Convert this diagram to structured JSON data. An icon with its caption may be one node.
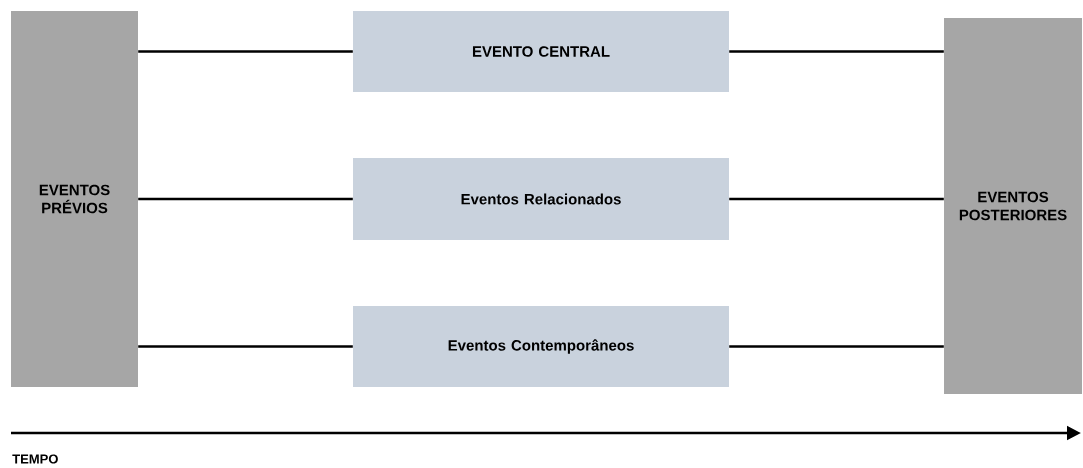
{
  "diagram": {
    "nodes": [
      {
        "text": [
          "EVENTOS PRÉVIOS"
        ]
      },
      {
        "text": [
          "EVENTO CENTRAL"
        ]
      },
      {
        "text": [
          "Eventos Relacionados"
        ]
      },
      {
        "text": [
          "Eventos Contemporâneos"
        ]
      },
      {
        "text": [
          "EVENTOS POSTERIORES"
        ]
      }
    ],
    "edges": [
      {
        "from": 0,
        "to": 1,
        "arrow": "none"
      },
      {
        "from": 1,
        "to": 4,
        "arrow": "none"
      },
      {
        "from": 0,
        "to": 2,
        "arrow": "none"
      },
      {
        "from": 2,
        "to": 4,
        "arrow": "none"
      },
      {
        "from": 0,
        "to": 3,
        "arrow": "none"
      },
      {
        "from": 3,
        "to": 4,
        "arrow": "none"
      }
    ],
    "labels": [
      "TEMPO"
    ]
  }
}
